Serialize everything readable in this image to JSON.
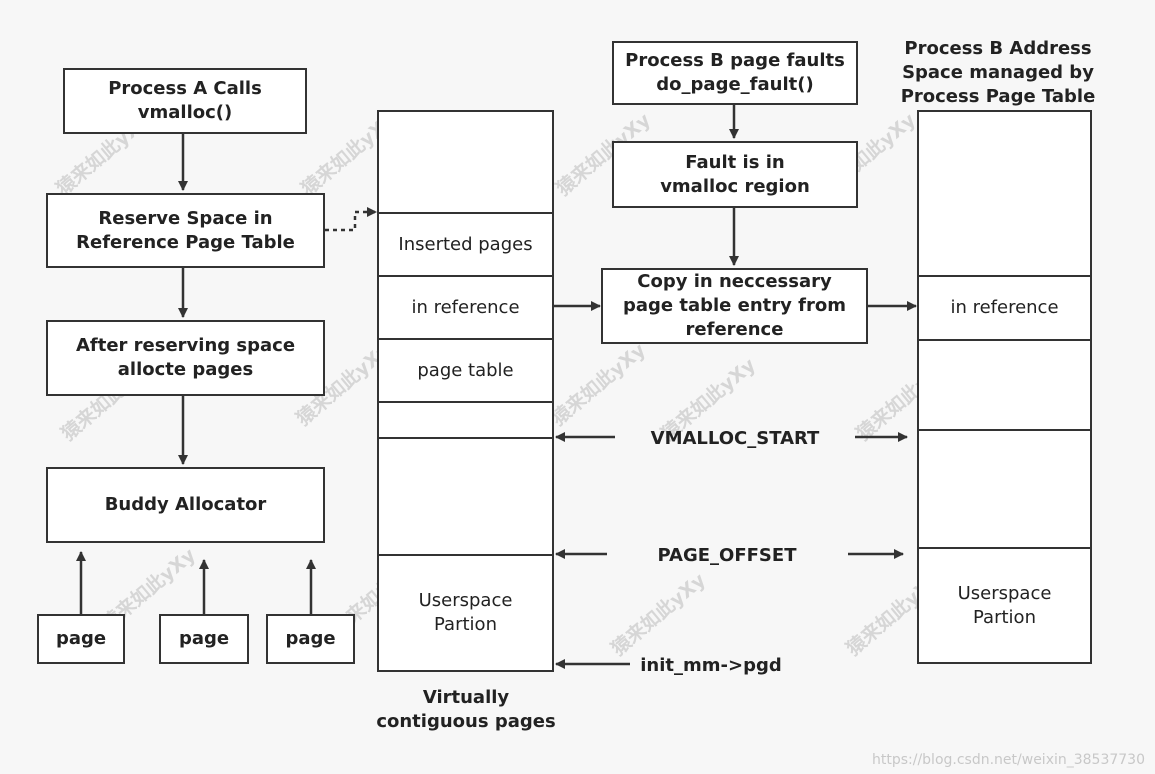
{
  "process_a": {
    "calls": "Process A Calls\nvmalloc()",
    "reserve": "Reserve Space in\nReference Page Table",
    "after": "After reserving space\nallocte pages",
    "buddy": "Buddy Allocator",
    "pages": [
      "page",
      "page",
      "page"
    ]
  },
  "reference_table": {
    "rows": [
      "Inserted pages",
      "in reference",
      "page table"
    ],
    "userspace": "Userspace\nPartion",
    "caption": "Virtually\ncontiguous pages"
  },
  "process_b": {
    "faults": "Process B page faults\ndo_page_fault()",
    "fault_region": "Fault is in\nvmalloc region",
    "copy": "Copy in neccessary\npage table entry from\nreference",
    "address_space_title": "Process B Address\nSpace managed by\nProcess Page Table",
    "in_reference": "in reference",
    "userspace": "Userspace\nPartion"
  },
  "markers": {
    "vmalloc_start": "VMALLOC_START",
    "page_offset": "PAGE_OFFSET",
    "pgd": "init_mm->pgd"
  },
  "watermark": "猿来如此yXy",
  "credit": "https://blog.csdn.net/weixin_38537730"
}
